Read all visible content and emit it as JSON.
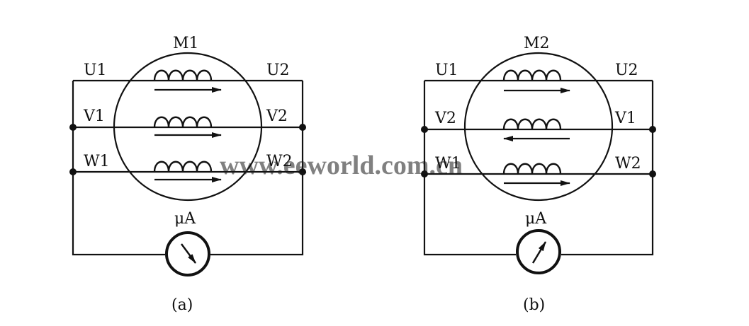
{
  "diagrams": [
    {
      "id": "a",
      "motor_label": "M1",
      "left_terminals": [
        "U1",
        "V1",
        "W1"
      ],
      "right_terminals": [
        "U2",
        "V2",
        "W2"
      ],
      "arrows": [
        "right",
        "right",
        "right"
      ],
      "meter_label": "μA",
      "meter_needle": "left",
      "caption": "(a)"
    },
    {
      "id": "b",
      "motor_label": "M2",
      "left_terminals": [
        "U1",
        "V2",
        "W1"
      ],
      "right_terminals": [
        "U2",
        "V1",
        "W2"
      ],
      "arrows": [
        "right",
        "left",
        "right"
      ],
      "meter_label": "μA",
      "meter_needle": "right",
      "caption": "(b)"
    }
  ],
  "watermark": "www.eeworld.com.cn"
}
